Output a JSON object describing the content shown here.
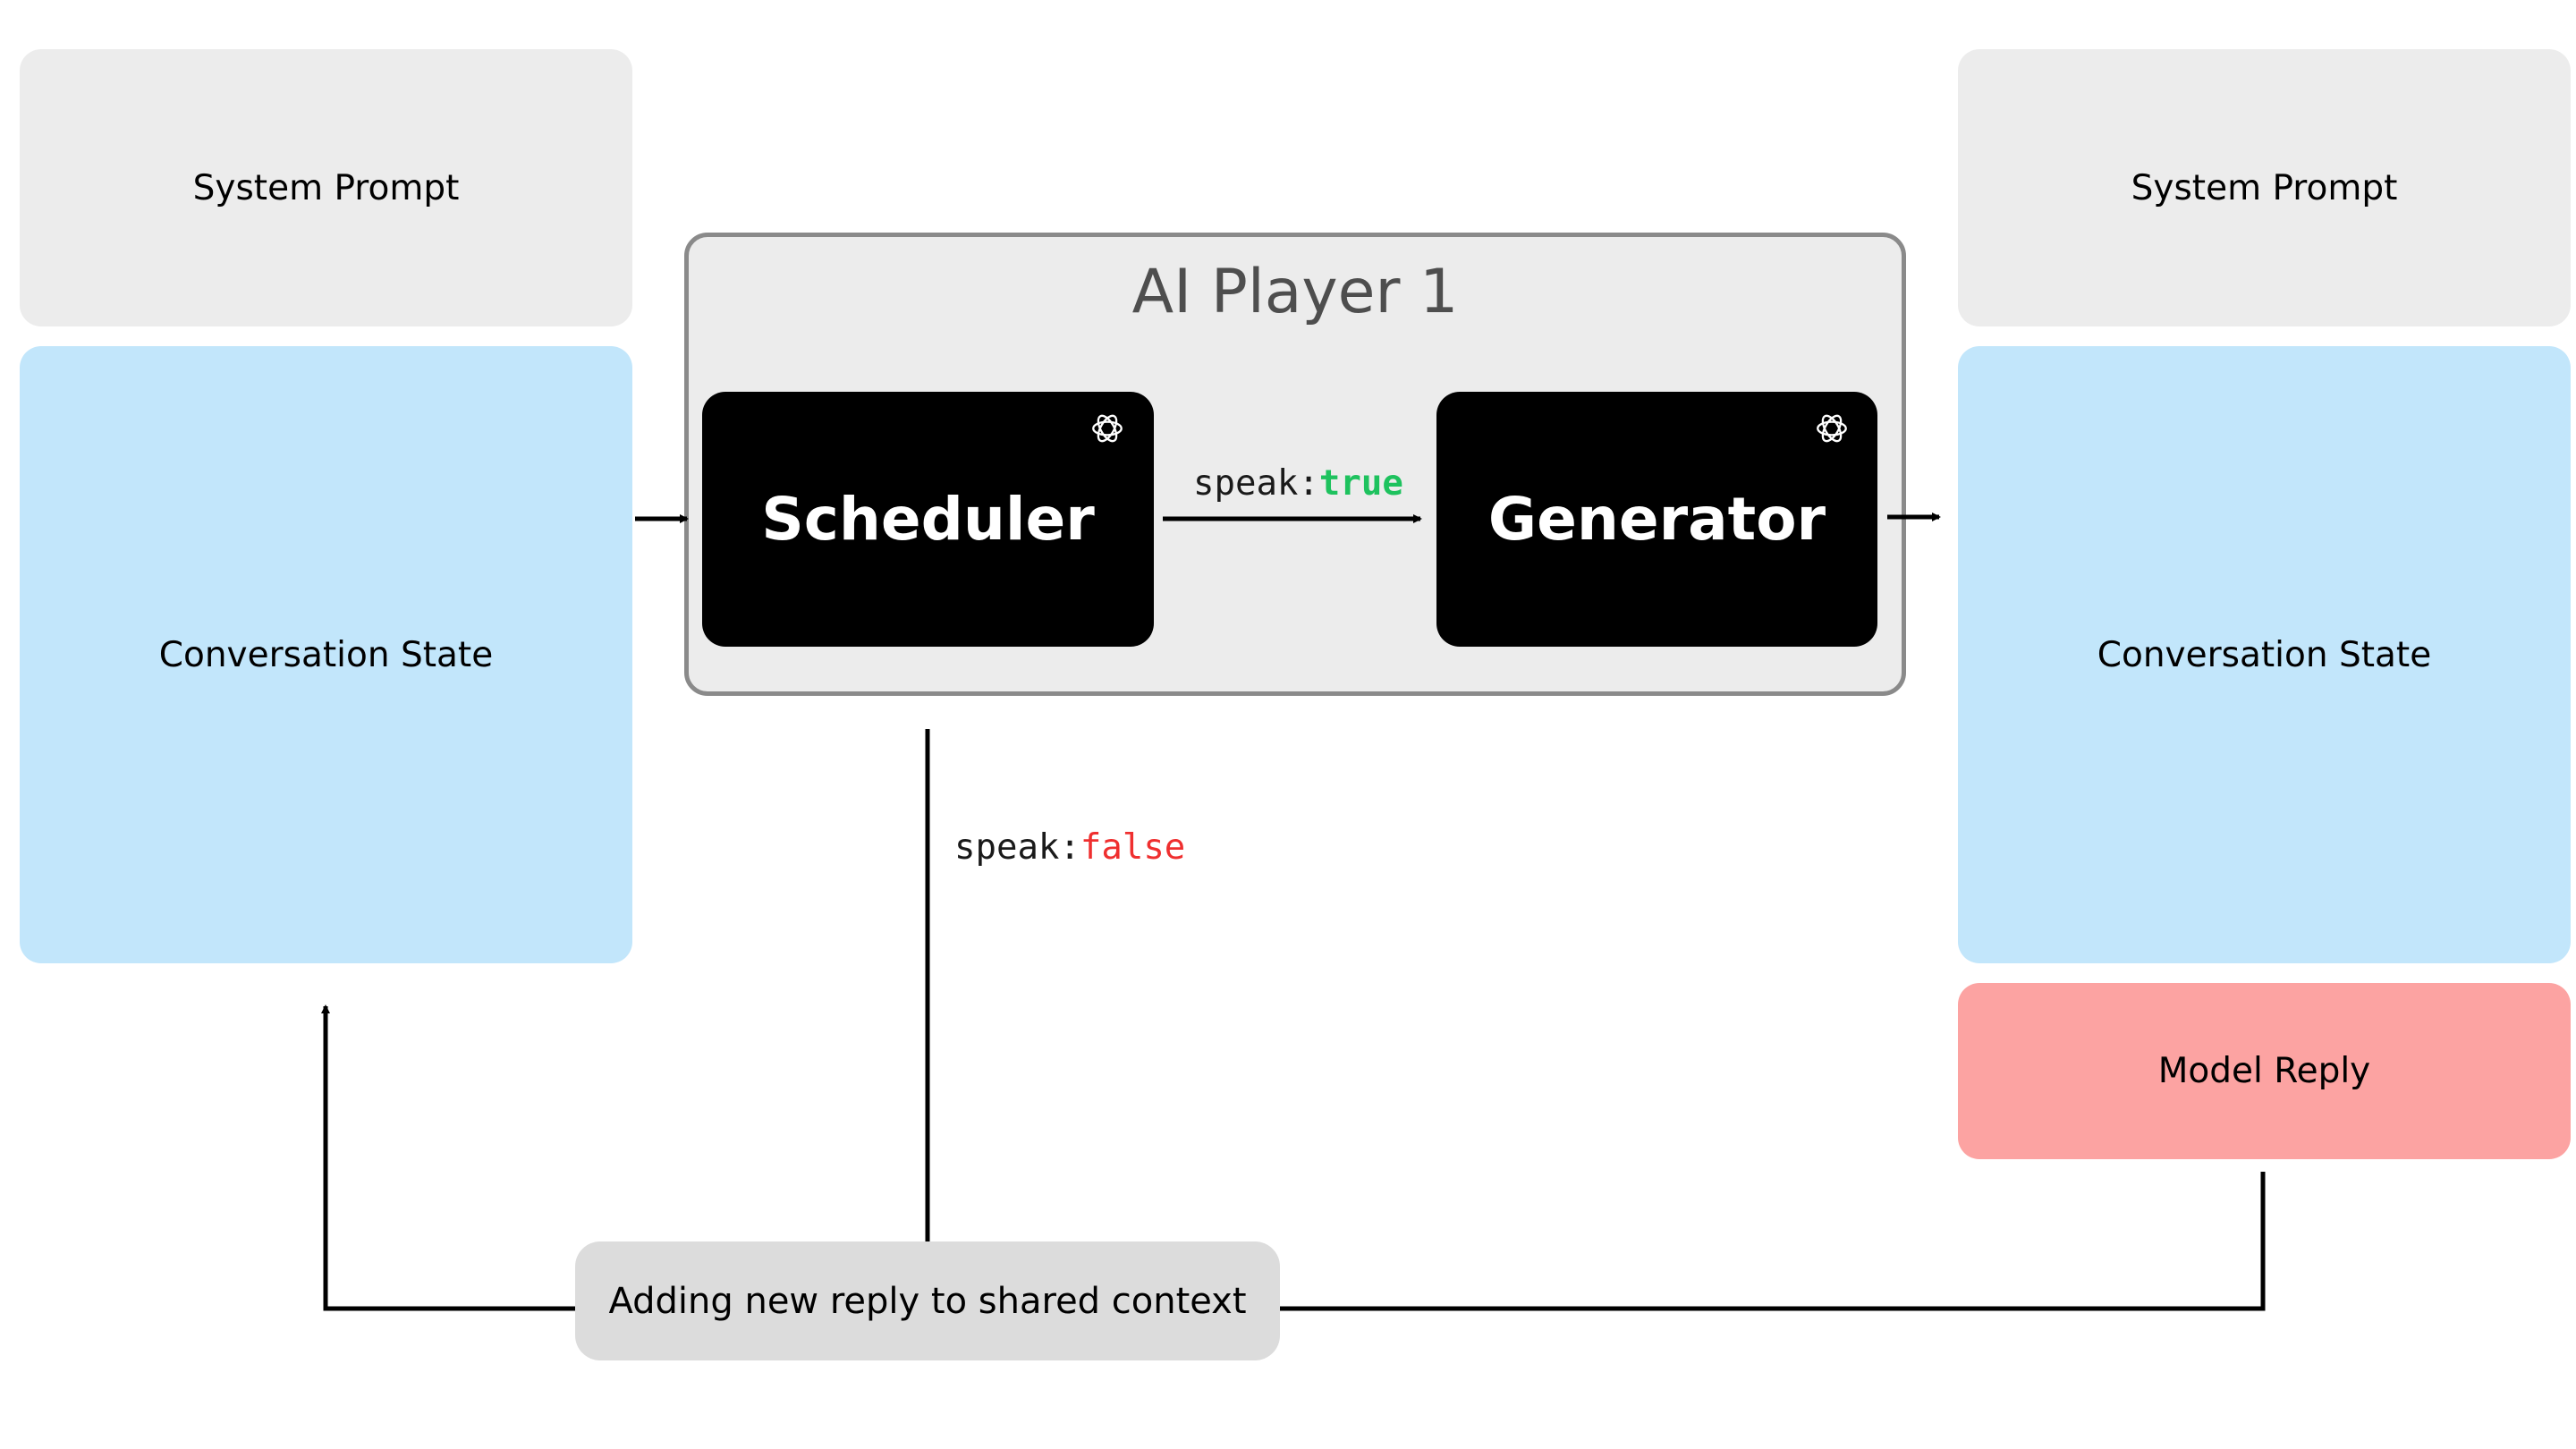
{
  "left_column": {
    "system_prompt": "System Prompt",
    "conversation_state": "Conversation State"
  },
  "right_column": {
    "system_prompt": "System Prompt",
    "conversation_state": "Conversation State",
    "model_reply": "Model Reply"
  },
  "player": {
    "title": "AI Player 1",
    "scheduler": "Scheduler",
    "generator": "Generator",
    "model_icon": "openai-logo-icon"
  },
  "edges": {
    "true_key": "speak:",
    "true_value": "true",
    "false_key": "speak:",
    "false_value": "false"
  },
  "shared_context": "Adding new reply to shared context",
  "colors": {
    "system_prompt": "#ececec",
    "conversation_state": "#c2e6fb",
    "model_reply": "#fca3a2",
    "shared_context": "#dcdcdc",
    "player_bg": "#ececec",
    "agent_box": "#000000",
    "true": "#1ec25e",
    "false": "#ef2f2f"
  }
}
